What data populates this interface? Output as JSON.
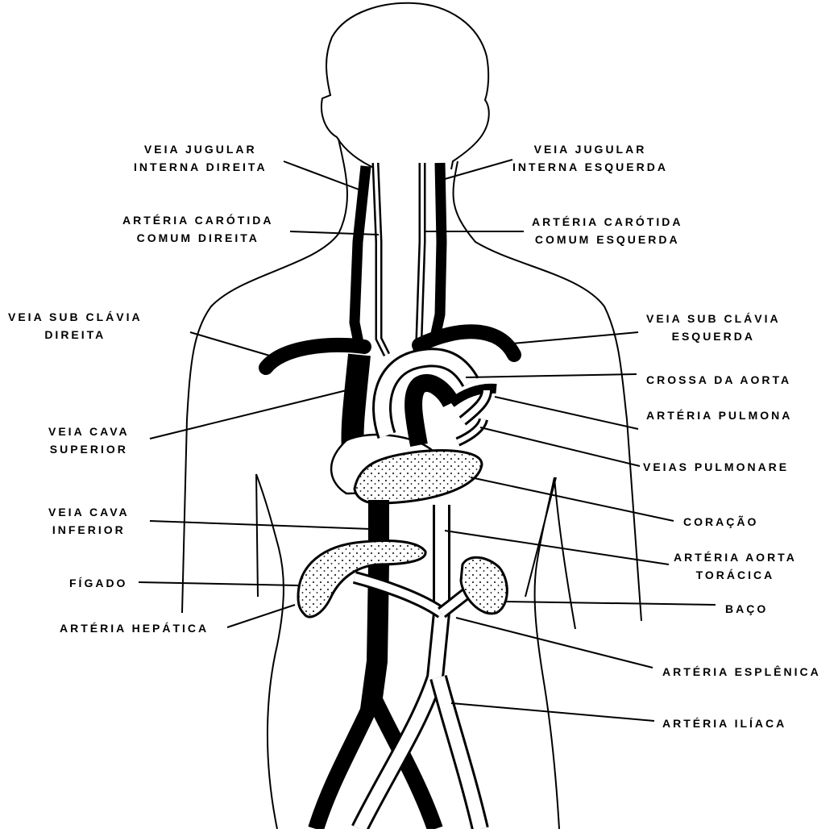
{
  "labels": {
    "veia_jugular_interna_direita": [
      "VEIA JUGULAR",
      "INTERNA DIREITA"
    ],
    "veia_jugular_interna_esquerda": [
      "VEIA JUGULAR",
      "INTERNA ESQUERDA"
    ],
    "arteria_carotida_comum_direita": [
      "ARTÉRIA CARÓTIDA",
      "COMUM DIREITA"
    ],
    "arteria_carotida_comum_esquerda": [
      "ARTÉRIA CARÓTIDA",
      "COMUM ESQUERDA"
    ],
    "veia_sub_clavia_direita": [
      "VEIA SUB CLÁVIA",
      "DIREITA"
    ],
    "veia_sub_clavia_esquerda": [
      "VEIA SUB CLÁVIA",
      "ESQUERDA"
    ],
    "crossa_da_aorta": [
      "CROSSA DA AORTA"
    ],
    "arteria_pulmona": [
      "ARTÉRIA PULMONA"
    ],
    "veia_cava_superior": [
      "VEIA CAVA",
      "SUPERIOR"
    ],
    "veias_pulmonare": [
      "VEIAS PULMONARE"
    ],
    "veia_cava_inferior": [
      "VEIA CAVA",
      "INFERIOR"
    ],
    "coracao": [
      "CORAÇÃO"
    ],
    "arteria_aorta_toracica": [
      "ARTÉRIA AORTA",
      "TORÁCICA"
    ],
    "figado": [
      "FÍGADO"
    ],
    "baco": [
      "BAÇO"
    ],
    "arteria_hepatica": [
      "ARTÉRIA HEPÁTICA"
    ],
    "arteria_esplenica": [
      "ARTÉRIA ESPLÊNICA"
    ],
    "arteria_iliaca": [
      "ARTÉRIA ILÍACA"
    ]
  }
}
